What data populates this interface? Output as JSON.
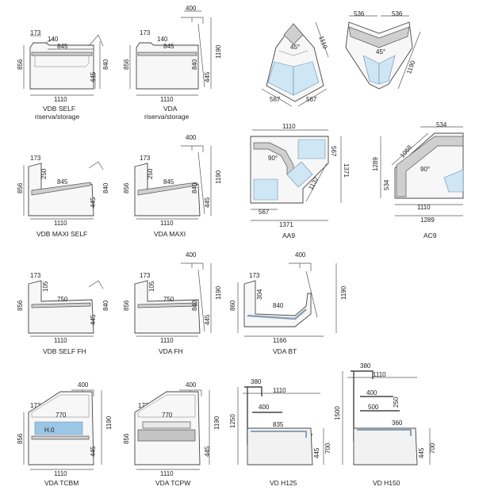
{
  "models": {
    "vdb_self": {
      "name": "VDB SELF",
      "sub": "riserva/storage",
      "dims": [
        "173",
        "140",
        "845",
        "856",
        "840",
        "445",
        "1110"
      ]
    },
    "vda": {
      "name": "VDA",
      "sub": "riserva/storage",
      "dims": [
        "400",
        "173",
        "140",
        "845",
        "856",
        "840",
        "1190",
        "445",
        "1110"
      ]
    },
    "vdb_maxi_self": {
      "name": "VDB MAXI SELF",
      "dims": [
        "173",
        "250",
        "845",
        "856",
        "840",
        "445",
        "1110"
      ]
    },
    "vda_maxi": {
      "name": "VDA MAXI",
      "dims": [
        "400",
        "173",
        "250",
        "845",
        "856",
        "840",
        "1190",
        "445",
        "1110"
      ]
    },
    "aa9": {
      "name": "AA9",
      "dims": [
        "1110",
        "567",
        "90°",
        "1371",
        "1132",
        "567",
        "1371"
      ]
    },
    "ac9": {
      "name": "AC9",
      "dims": [
        "534",
        "1068",
        "90°",
        "1289",
        "534",
        "1110",
        "1289"
      ]
    },
    "corner1": {
      "dims": [
        "1110",
        "45°",
        "567",
        "567"
      ]
    },
    "corner2": {
      "dims": [
        "536",
        "536",
        "45°",
        "1190"
      ]
    },
    "vdb_self_fh": {
      "name": "VDB SELF FH",
      "dims": [
        "173",
        "105",
        "750",
        "856",
        "840",
        "445",
        "1110"
      ]
    },
    "vda_fh": {
      "name": "VDA FH",
      "dims": [
        "400",
        "173",
        "105",
        "750",
        "856",
        "840",
        "1190",
        "445",
        "1110"
      ]
    },
    "vda_bt": {
      "name": "VDA BT",
      "dims": [
        "400",
        "173",
        "304",
        "840",
        "860",
        "1190",
        "1166"
      ]
    },
    "vda_tcbm": {
      "name": "VDA TCBM",
      "dims": [
        "400",
        "173",
        "770",
        "H.0",
        "856",
        "1190",
        "445",
        "1110"
      ]
    },
    "vda_tcpw": {
      "name": "VDA TCPW",
      "dims": [
        "400",
        "173",
        "770",
        "856",
        "1190",
        "445",
        "1110"
      ]
    },
    "vd_h125": {
      "name": "VD H125",
      "dims": [
        "380",
        "1110",
        "400",
        "835",
        "1250",
        "445",
        "700"
      ]
    },
    "vd_h150": {
      "name": "VD H150",
      "dims": [
        "380",
        "1110",
        "400",
        "500",
        "250",
        "360",
        "1500",
        "445",
        "700"
      ]
    }
  }
}
